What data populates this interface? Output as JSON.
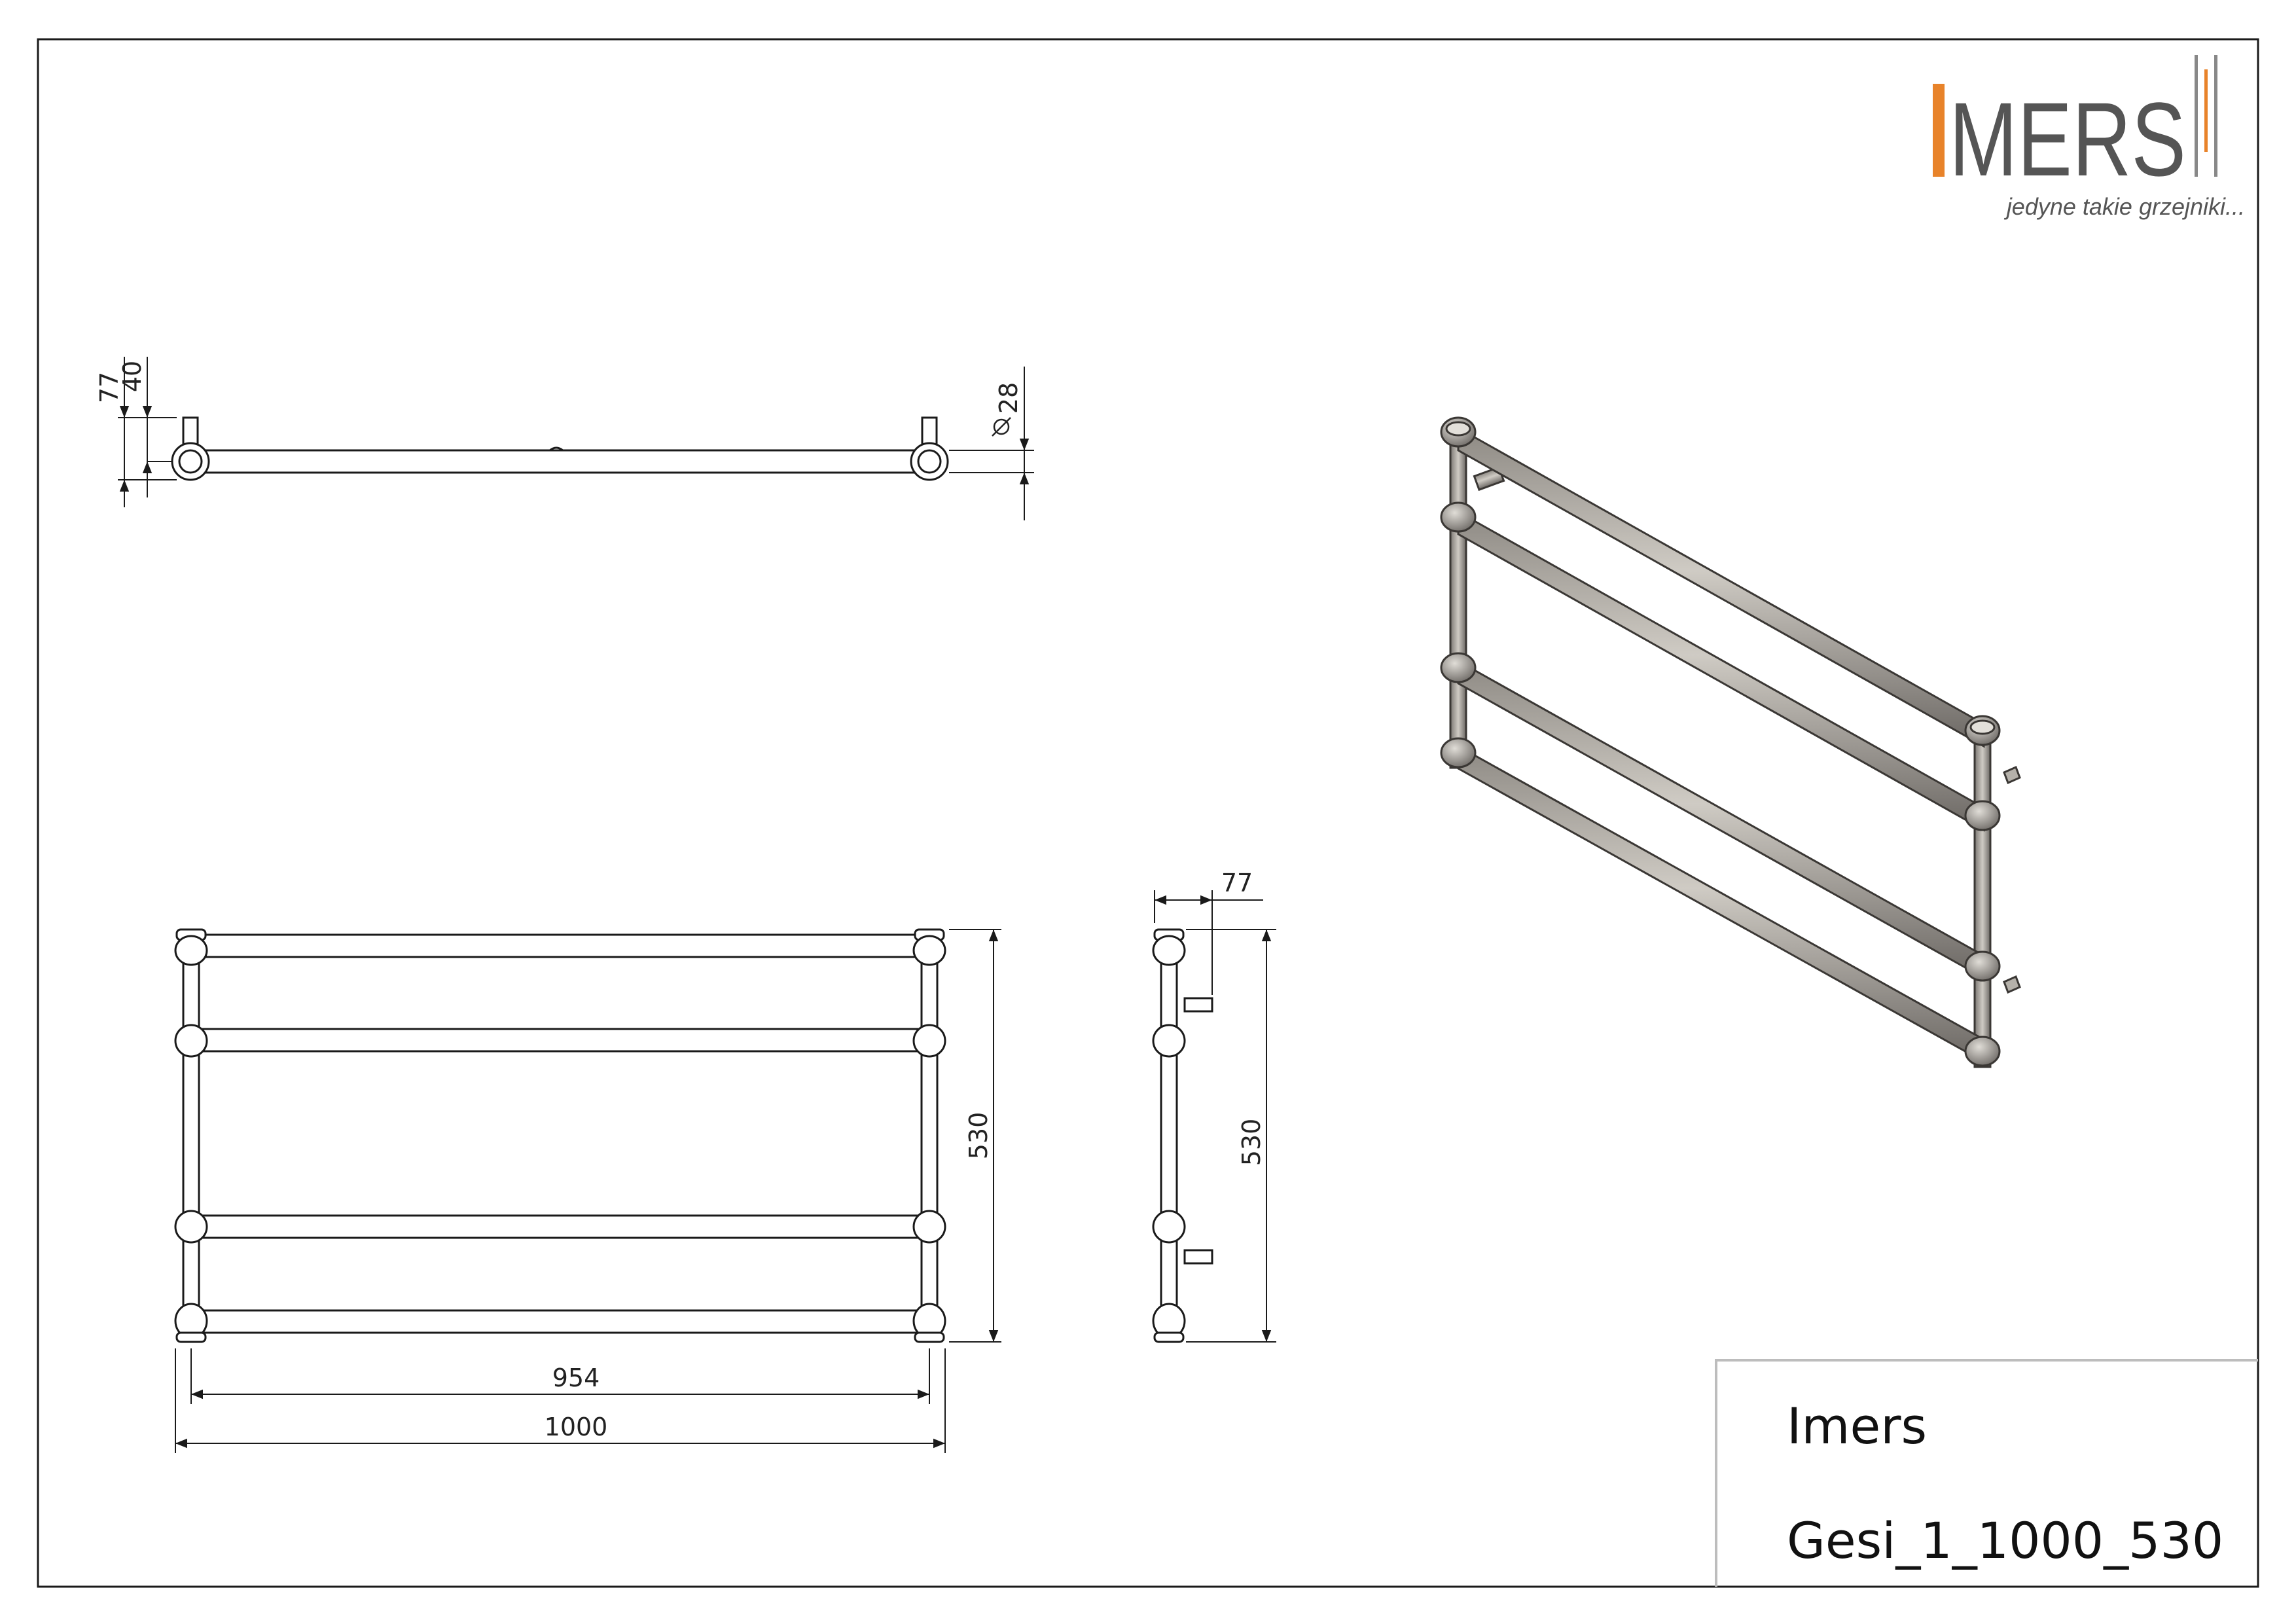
{
  "brand": {
    "name": "MERS",
    "tagline": "jedyne takie grzejniki...",
    "accent_color": "#e8832a",
    "text_color": "#555555"
  },
  "top_view": {
    "dim_depth_total": "77",
    "dim_depth_axis": "40",
    "dim_tube_diameter": "28"
  },
  "front_view": {
    "dim_height": "530",
    "dim_axis_width": "954",
    "dim_total_width": "1000"
  },
  "side_view": {
    "dim_depth": "77",
    "dim_height": "530"
  },
  "title_block": {
    "company": "Imers",
    "model": "Gesi_1_1000_530"
  },
  "colors": {
    "line": "#1a1a1a",
    "tube_fill": "#c4c0b9",
    "tube_dark": "#6e6a66"
  }
}
